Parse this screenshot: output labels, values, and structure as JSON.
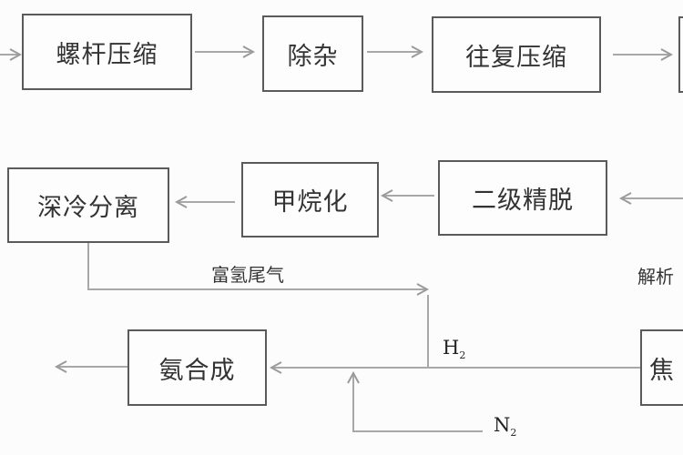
{
  "nodes": {
    "screw_compression": "螺杆压缩",
    "impurity_removal": "除杂",
    "reciprocating_compression": "往复压缩",
    "deep_cooling_separation": "深冷分离",
    "methanation": "甲烷化",
    "secondary_fine_desulfurization": "二级精脱",
    "ammonia_synthesis": "氨合成",
    "coke_partial": "焦"
  },
  "labels": {
    "hydrogen_rich_tail_gas": "富氢尾气",
    "desorption_partial": "解析",
    "h2": "H",
    "h2_sub": "2",
    "n2": "N",
    "n2_sub": "2"
  }
}
